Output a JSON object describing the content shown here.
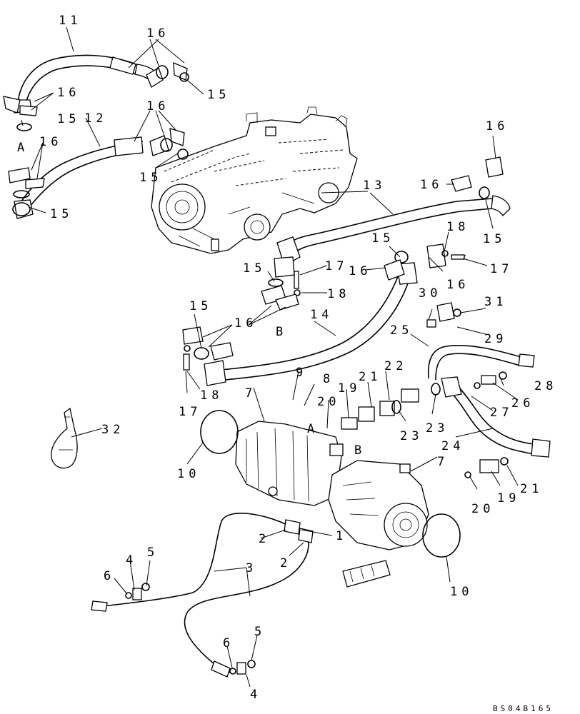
{
  "diagram": {
    "drawing_code": "BS04B165",
    "callouts": {
      "c11": "11",
      "c16a": "16",
      "c15a": "15",
      "c16b": "16",
      "c15b": "15",
      "cA1": "A",
      "c16c": "16",
      "c12": "12",
      "c16d": "16",
      "c15c": "15",
      "c15d": "15",
      "c16e": "16",
      "c13": "13",
      "c16f": "16",
      "c15e": "15",
      "c18a": "18",
      "c15f": "15",
      "c17a": "17",
      "c16g": "16",
      "c17b": "17",
      "c15g": "15",
      "c16h": "16",
      "c18b": "18",
      "c30": "30",
      "c31": "31",
      "c15h": "15",
      "c16i": "16",
      "cB1": "B",
      "c14": "14",
      "c29": "29",
      "c25": "25",
      "c18c": "18",
      "c17c": "17",
      "c9": "9",
      "c8": "8",
      "c22": "22",
      "c21a": "21",
      "c19a": "19",
      "c20a": "20",
      "c28": "28",
      "c7a": "7",
      "c26": "26",
      "c27": "27",
      "c23a": "23",
      "c23b": "23",
      "c32": "32",
      "cA2": "A",
      "cB2": "B",
      "c24": "24",
      "c7b": "7",
      "c10a": "10",
      "c20b": "20",
      "c19b": "19",
      "c21b": "21",
      "c2a": "2",
      "c1": "1",
      "c2b": "2",
      "c3": "3",
      "c4a": "4",
      "c5a": "5",
      "c6a": "6",
      "c10b": "10",
      "c6b": "6",
      "c5b": "5",
      "c4b": "4"
    }
  }
}
